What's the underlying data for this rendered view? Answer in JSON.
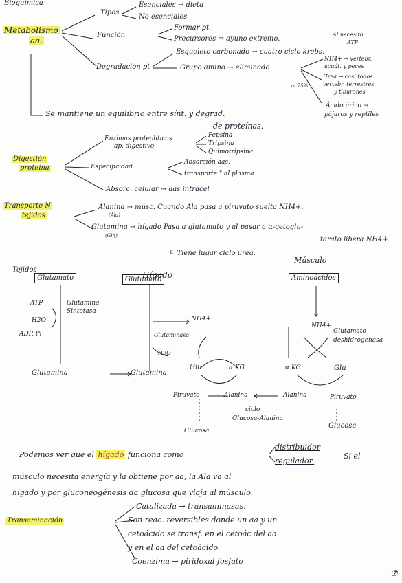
{
  "header": {
    "subject": "Bioquímica",
    "page_number": "⑦"
  },
  "metabolismo": {
    "title": [
      "Metabolismo",
      "aa."
    ],
    "tipos": "Tipos",
    "esenciales": "Esenciales → dieta",
    "no_esenciales": "No esenciales",
    "funcion": "Función",
    "formar_pt": "Formar pt.",
    "precursores": "Precursores ⇒ ayuno extremo.",
    "degradacion": "Degradación pt",
    "esqueleto": "Esqueleto carbonado → cuatro ciclo krebs.",
    "grupo_amino": "Grupo amino → eliminado",
    "note_atp": [
      "Al necesita",
      "ATP"
    ],
    "nh4_vertebr": [
      "NH4+ → vertebr.",
      "acuát. y peces"
    ],
    "urea": [
      "Urea → casi todos",
      "vertebr. terrestres",
      "y tiburones"
    ],
    "al_75": "al 75%",
    "acido_urico": [
      "Ácido úrico →",
      "pájaros y reptiles"
    ],
    "equilibrio": [
      "Se mantiene un equilibrio entre sínt. y degrad.",
      "de proteínas."
    ]
  },
  "digestion": {
    "title": [
      "Digestión",
      "proteína"
    ],
    "enzimas": [
      "Enzimas proteolíticas",
      "ap. digestivo"
    ],
    "enzyme_list": [
      "Pepsina",
      "Tripsina",
      "Quimotripsina."
    ],
    "especificidad": "Especificidad",
    "absorcion_aas": "Absorción aas.",
    "transporte": "transporte  \"  al plasma",
    "absorc_celular": "Absorc. celular → aas intracel"
  },
  "transporte": {
    "title": [
      "Transporte N",
      "tejidos"
    ],
    "alanina": "Alanina → músc. Cuando Ala pasa a piruvato suelta NH4+.",
    "ala_abbr": "(Ala)",
    "glutamina": "Glutamina → hígado Pasa a glutamato y al pasar a α-cetoglu-",
    "gln_abbr": "(Gln)",
    "libera": "tarato libera NH4+",
    "ciclo_urea": "↳ Tiene lugar ciclo urea."
  },
  "diagram": {
    "tejidos": "Tejidos",
    "higado": "Hígado",
    "musculo": "Músculo",
    "glutamato_1": "Glutamato",
    "glutamato_2": "Glutamato",
    "aminoacidos": "Aminoácidos",
    "atp": "ATP",
    "h2o": "H2O",
    "adp": "ADP, Pi",
    "glutamina_sintetasa": [
      "Glutamina",
      "Sintetasa"
    ],
    "glutamina_1": "Glutamina",
    "glutamina_2": "Glutamina",
    "nh4_liver": "NH4+",
    "glutaminasa": "Glutaminasa",
    "h2o_liver": "H2O",
    "nh4_muscle": "NH4+",
    "glutamato_deshidro": [
      "Glutamato",
      "deshidrogenasa"
    ],
    "glu_liver": "Glu",
    "akg_liver": "α KG",
    "akg_muscle": "α KG",
    "glu_muscle": "Glu",
    "piruvato_liver": "Piruvato",
    "alanina_liver": "Alanina",
    "alanina_muscle": "Alanina",
    "piruvato_muscle": "Piruvato",
    "ciclo": "ciclo",
    "glucosa_alanina": "Glucosa-Alanina",
    "glucosa_liver": "Glucosa",
    "glucosa_muscle": "Glucosa"
  },
  "paragraph": {
    "line1_a": "Podemos ver que el",
    "line1_hl": "hígado",
    "line1_b": "funciona como",
    "distribuidor": "distribuidor",
    "regulador": "regulador.",
    "line1_c": "Si el",
    "line2": "músculo necesita energía y la obtiene por aa, la Ala va al",
    "line3": "hígado y por gluconeogénesis da glucosa que viaja al músculo."
  },
  "transaminacion": {
    "title": "Transaminación",
    "catalizada": "Catalizada → transaminasas.",
    "son_reac": "Son reac. reversibles donde un aa y un",
    "cetoacido": "cetoácido se transf. en el cetoác del aa",
    "y_en": "y en el aa del cetoácido.",
    "coenzima": "Coenzima → piridoxal fosfato"
  }
}
